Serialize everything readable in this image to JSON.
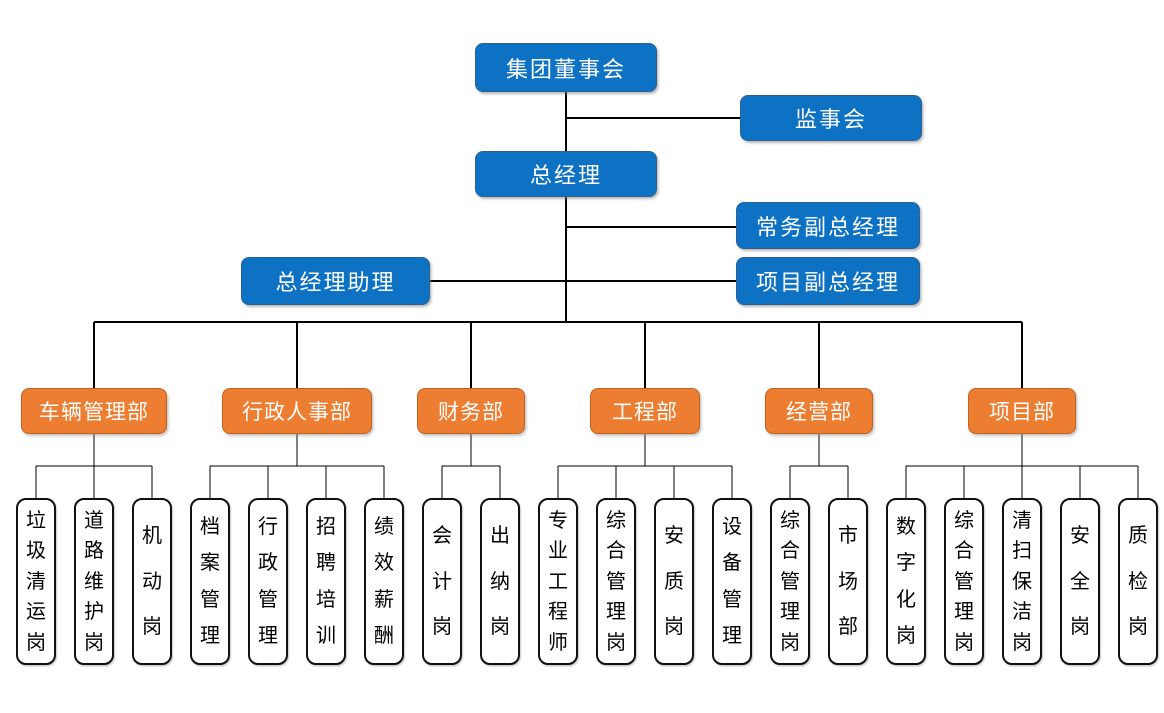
{
  "diagram": {
    "background": "#ffffff",
    "colors": {
      "executive_fill": "#0e72c4",
      "executive_border": "#2e5f92",
      "department_fill": "#ed7d31",
      "department_border": "#c0621f",
      "position_fill": "#ffffff",
      "position_border": "#111111",
      "connector": "#000000",
      "text_on_fill": "#ffffff",
      "text_on_white": "#000000"
    },
    "top_nodes": {
      "board": "集团董事会",
      "supervisory": "监事会",
      "general_manager": "总经理",
      "executive_deputy_gm": "常务副总经理",
      "gm_assistant": "总经理助理",
      "project_deputy_gm": "项目副总经理"
    },
    "departments": [
      {
        "name": "车辆管理部",
        "positions": [
          "垃圾清运岗",
          "道路维护岗",
          "机动岗"
        ]
      },
      {
        "name": "行政人事部",
        "positions": [
          "档案管理",
          "行政管理",
          "招聘培训",
          "绩效薪酬"
        ]
      },
      {
        "name": "财务部",
        "positions": [
          "会计岗",
          "出纳岗"
        ]
      },
      {
        "name": "工程部",
        "positions": [
          "专业工程师",
          "综合管理岗",
          "安质岗",
          "设备管理"
        ]
      },
      {
        "name": "经营部",
        "positions": [
          "综合管理岗",
          "市场部"
        ]
      },
      {
        "name": "项目部",
        "positions": [
          "数字化岗",
          "综合管理岗",
          "清扫保洁岗",
          "安全岗",
          "质检岗"
        ]
      }
    ]
  }
}
